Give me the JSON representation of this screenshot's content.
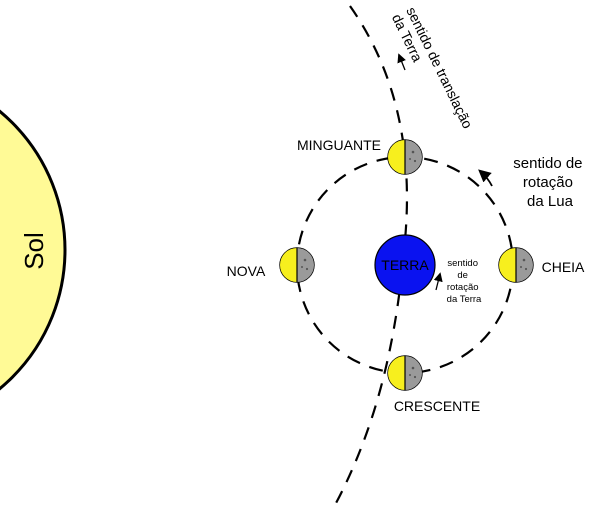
{
  "sun": {
    "label": "Sol",
    "fill_color": "#fffa96",
    "stroke_color": "#000000"
  },
  "earth": {
    "label": "TERRA",
    "fill_color": "#0a12f0",
    "rotation_label_lines": [
      "sentido",
      "de",
      "rotação",
      "da Terra"
    ]
  },
  "orbit_path": {
    "translation_label_lines": [
      "sentido de translação",
      "da Terra"
    ]
  },
  "moon_orbit": {
    "rotation_label_lines": [
      "sentido de",
      "rotação",
      "da Lua"
    ]
  },
  "phases": {
    "minguante": "MINGUANTE",
    "nova": "NOVA",
    "cheia": "CHEIA",
    "crescente": "CRESCENTE"
  },
  "moon_colors": {
    "lit": "#f7ef1e",
    "dark": "#9a9a9a"
  }
}
